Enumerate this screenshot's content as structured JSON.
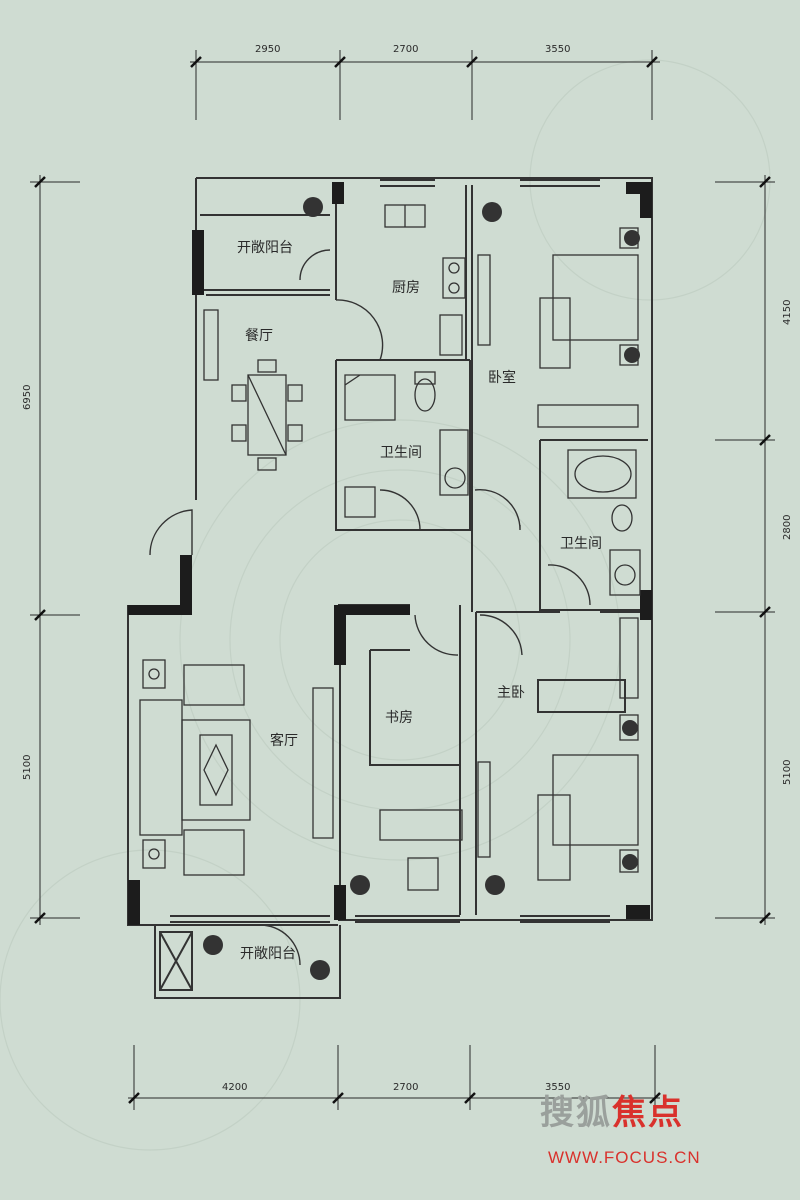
{
  "rooms": {
    "open_balcony_top": "开敞阳台",
    "dining": "餐厅",
    "kitchen": "厨房",
    "bathroom_1": "卫生间",
    "bedroom": "卧室",
    "bathroom_2": "卫生间",
    "living": "客厅",
    "study": "书房",
    "master_bedroom": "主卧",
    "open_balcony_bottom": "开敞阳台"
  },
  "dimensions": {
    "top": [
      "2950",
      "2700",
      "3550"
    ],
    "bottom": [
      "4200",
      "2700",
      "3550"
    ],
    "left": [
      "6950",
      "5100"
    ],
    "right": [
      "4150",
      "2800",
      "5100"
    ]
  },
  "watermark": {
    "chinese_plain": "搜狐",
    "chinese_accent": "焦点",
    "url": "WWW.FOCUS.CN"
  },
  "colors": {
    "background": "#cfdcd2",
    "wall": "#1c1c1c",
    "line": "#3a3a3a",
    "watermark_red": "#d9312c",
    "watermark_gray": "#9aa09c"
  }
}
